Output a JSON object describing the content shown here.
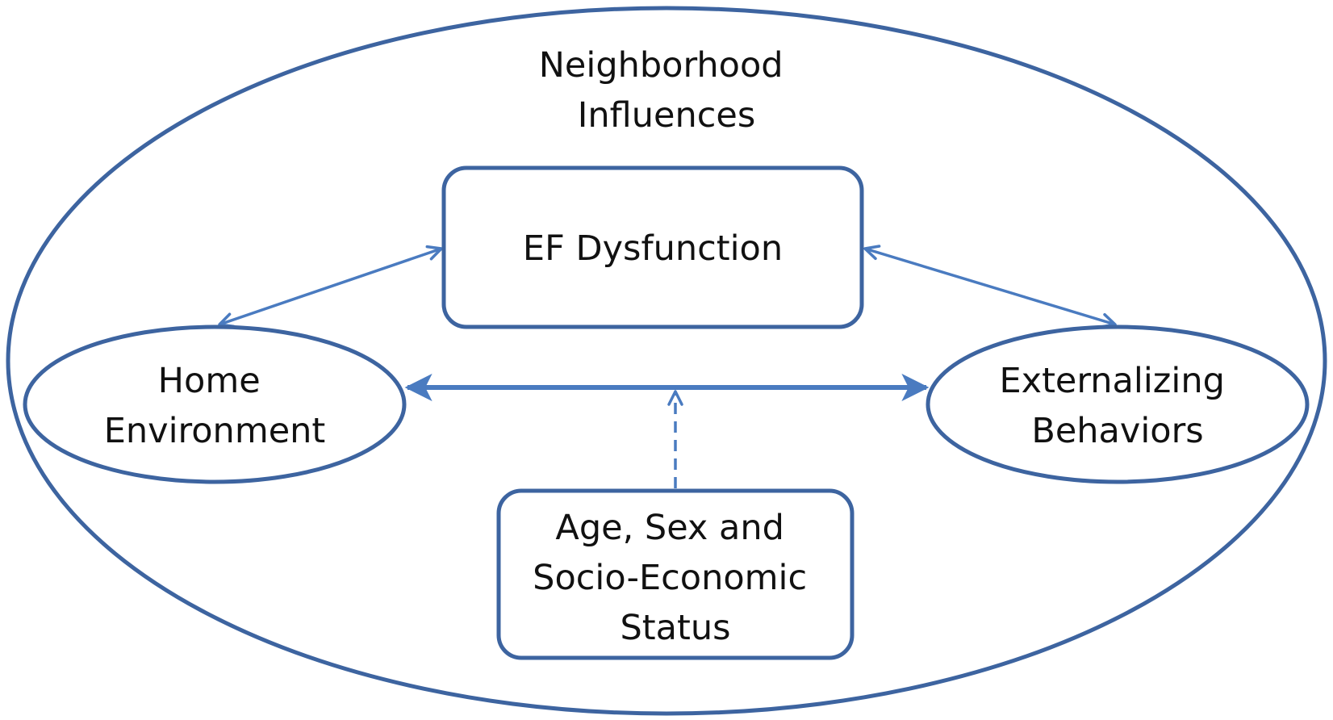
{
  "diagram": {
    "outer": {
      "label_lines": [
        "Neighborhood",
        "Influences"
      ]
    },
    "nodes": {
      "ef": {
        "label_lines": [
          "EF Dysfunction"
        ]
      },
      "home": {
        "label_lines": [
          "Home",
          "Environment"
        ]
      },
      "ext": {
        "label_lines": [
          "Externalizing",
          "Behaviors"
        ]
      },
      "age": {
        "label_lines": [
          "Age, Sex and",
          "Socio-Economic",
          "Status"
        ]
      }
    },
    "edges": [
      {
        "from": "home",
        "to": "ef",
        "style": "bidirectional"
      },
      {
        "from": "ef",
        "to": "ext",
        "style": "bidirectional"
      },
      {
        "from": "home",
        "to": "ext",
        "style": "bidirectional-thick"
      },
      {
        "from": "age",
        "to": "home-ext-link",
        "style": "dashed"
      }
    ],
    "colors": {
      "shape_stroke": "#3d64a0",
      "arrow": "#4a7bc0",
      "text": "#111111"
    }
  }
}
